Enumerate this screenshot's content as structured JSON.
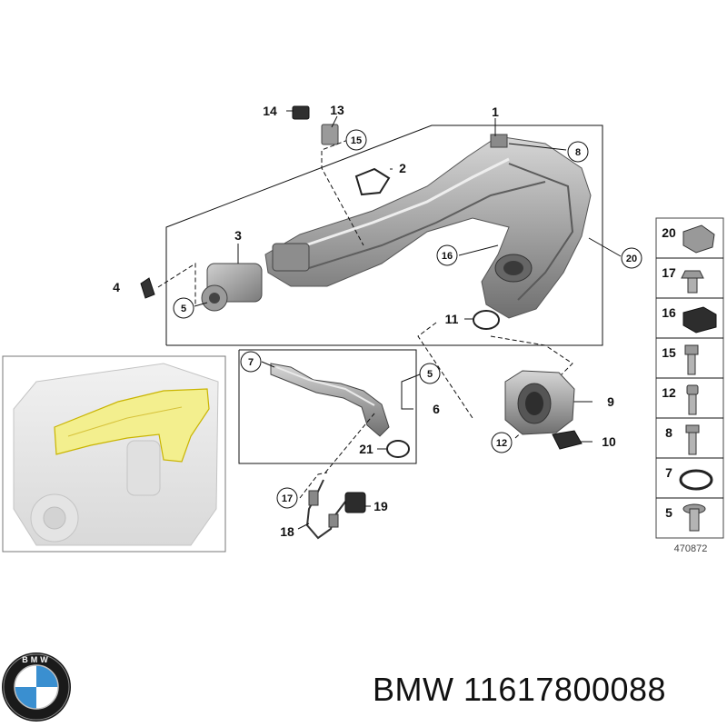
{
  "callouts": {
    "c1": "1",
    "c2": "2",
    "c3": "3",
    "c4": "4",
    "c5a": "5",
    "c5b": "5",
    "c6": "6",
    "c7": "7",
    "c8": "8",
    "c9": "9",
    "c10": "10",
    "c11": "11",
    "c12": "12",
    "c13": "13",
    "c14": "14",
    "c15": "15",
    "c16": "16",
    "c17": "17",
    "c18": "18",
    "c19": "19",
    "c20": "20",
    "c21": "21"
  },
  "legend": {
    "items": [
      "20",
      "17",
      "16",
      "15",
      "12",
      "8",
      "7",
      "5"
    ],
    "diagram_number": "470872"
  },
  "brand": {
    "name": "BMW",
    "part_number": "11617800088",
    "logo_letters": "BMW"
  },
  "colors": {
    "highlight": "#f3ef8e",
    "highlight_stroke": "#c9b400",
    "part_gray": "#a9a9a9",
    "logo_blue": "#3a8fd0"
  }
}
